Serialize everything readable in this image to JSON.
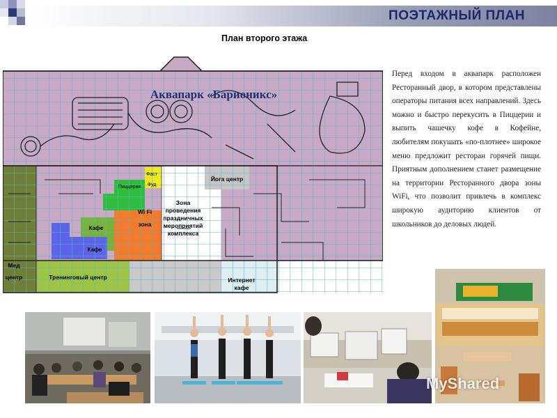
{
  "header": {
    "title": "ПОЭТАЖНЫЙ ПЛАН"
  },
  "plan": {
    "subtitle": "План второго этажа",
    "aquapark_label": "Аквапарк «Барионикс»",
    "zones": {
      "yoga": "Йога центр",
      "fastfood_line1": "Фаст",
      "fastfood_line2": "Фуд",
      "pizzeria": "Пиццерия",
      "wifi_line1": "Wi Fi",
      "wifi_line2": "зона",
      "events_line1": "Зона",
      "events_line2": "проведения",
      "events_line3": "праздничных",
      "events_line4": "мероприятий",
      "events_line5": "комплекса",
      "cafe_green": "Кафе",
      "cafe_blue": "Кафе",
      "medical_line1": "Мед",
      "medical_line2": "центр",
      "training": "Тренинговый центр",
      "internet_line1": "Интернет",
      "internet_line2": "кафе"
    }
  },
  "description": "Перед входом в аквапарк расположен Ресторанный двор, в котором представлены операторы питания всех направлений. Здесь можно и быстро перекусить в Пиццерии и выпить чашечку кофе в Кофейне, любителям покушать «по-плотнее» широкое меню предложит ресторан горячей пищи. Приятным дополнением станет размещение на территории Ресторанного двора зоны WiFi, что позволит привлечь в комплекс широкую аудиторию клиентов от школьников до деловых людей.",
  "watermark": "MyShared",
  "colors": {
    "title": "#1a2a6c",
    "aquapark_zone": "#c8a9c6",
    "yoga_zone": "#c6c6c6",
    "events_zone": "#ffffff",
    "wifi_zone": "#f27b2c",
    "pizzeria_zone": "#2ebd3c",
    "fastfood_zone": "#eeea1f",
    "cafe_green_zone": "#77b23c",
    "cafe_blue_zone": "#5a66e6",
    "medical_zone": "#6f7f37",
    "training_zone": "#9ec445",
    "internet_zone": "#ddeef2",
    "grid_line": "#5fb3c8"
  }
}
